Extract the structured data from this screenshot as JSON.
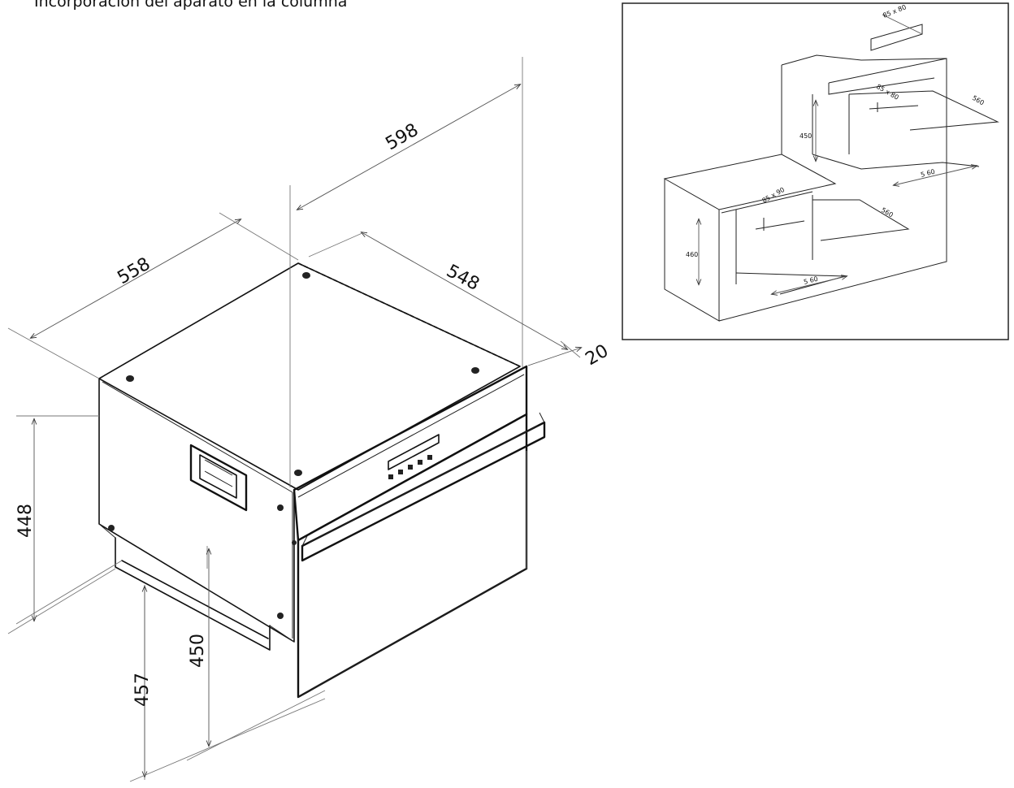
{
  "caption": {
    "text": "Incorporación del aparato en la columna"
  },
  "main_dimensions": {
    "width": "598",
    "depth_side": "558",
    "depth_top": "548",
    "front_offset": "20",
    "height_body": "448",
    "height_cavity": "450",
    "height_cabinet": "457"
  },
  "inset_dimensions": {
    "top_cabinet": {
      "vent": "85 x 80",
      "inner_vent": "85 x 80",
      "height": "450",
      "depth": "560",
      "width": "5 60"
    },
    "bottom_cabinet": {
      "vent": "85 x 90",
      "height": "460",
      "depth": "560",
      "width": "5 60"
    }
  },
  "colors": {
    "line": "#111111",
    "background": "#ffffff"
  }
}
